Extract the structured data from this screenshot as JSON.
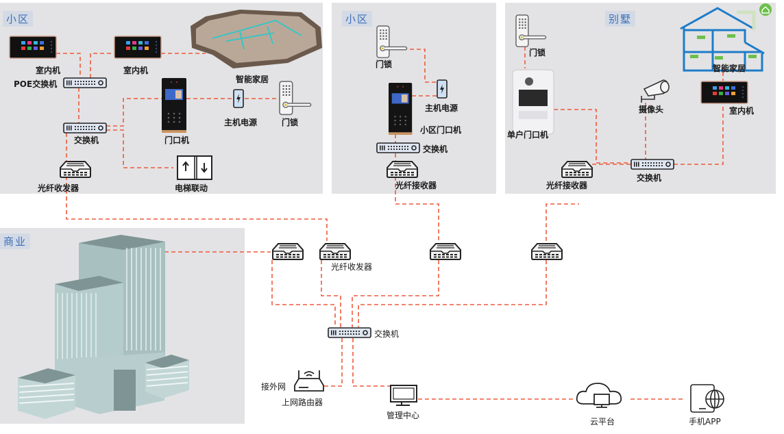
{
  "panels": {
    "community_left": {
      "title": "小区"
    },
    "community_mid": {
      "title": "小区"
    },
    "villa": {
      "title": "别墅"
    },
    "commercial": {
      "title": "商业"
    }
  },
  "community_left": {
    "indoor_unit_1": "室内机",
    "indoor_unit_2": "室内机",
    "poe_switch": "POE交换机",
    "smart_home": "智能家居",
    "door_station": "门口机",
    "host_power": "主机电源",
    "door_lock": "门锁",
    "switch": "交换机",
    "fiber_transceiver": "光纤收发器",
    "elevator_link": "电梯联动"
  },
  "community_mid": {
    "door_lock": "门锁",
    "host_power": "主机电源",
    "community_door_station": "小区门口机",
    "switch": "交换机",
    "fiber_receiver": "光纤接收器"
  },
  "villa": {
    "door_lock": "门锁",
    "single_door_station": "单户门口机",
    "camera": "摄像头",
    "smart_home": "智能家居",
    "indoor_unit": "室内机",
    "switch": "交换机",
    "fiber_receiver": "光纤接收器"
  },
  "core": {
    "fiber_transceiver": "光纤收发器",
    "switch": "交换机",
    "external_network": "接外网",
    "router": "上网路由器",
    "management_center": "管理中心",
    "cloud_platform": "云平台",
    "mobile_app": "手机APP"
  },
  "colors": {
    "wire": "#ee5a3a",
    "panel_bg": "#e3e3e5",
    "title_text": "#3d6fb5",
    "house_outline": "#1e7cc8",
    "smart_badge": "#6cc04a"
  }
}
